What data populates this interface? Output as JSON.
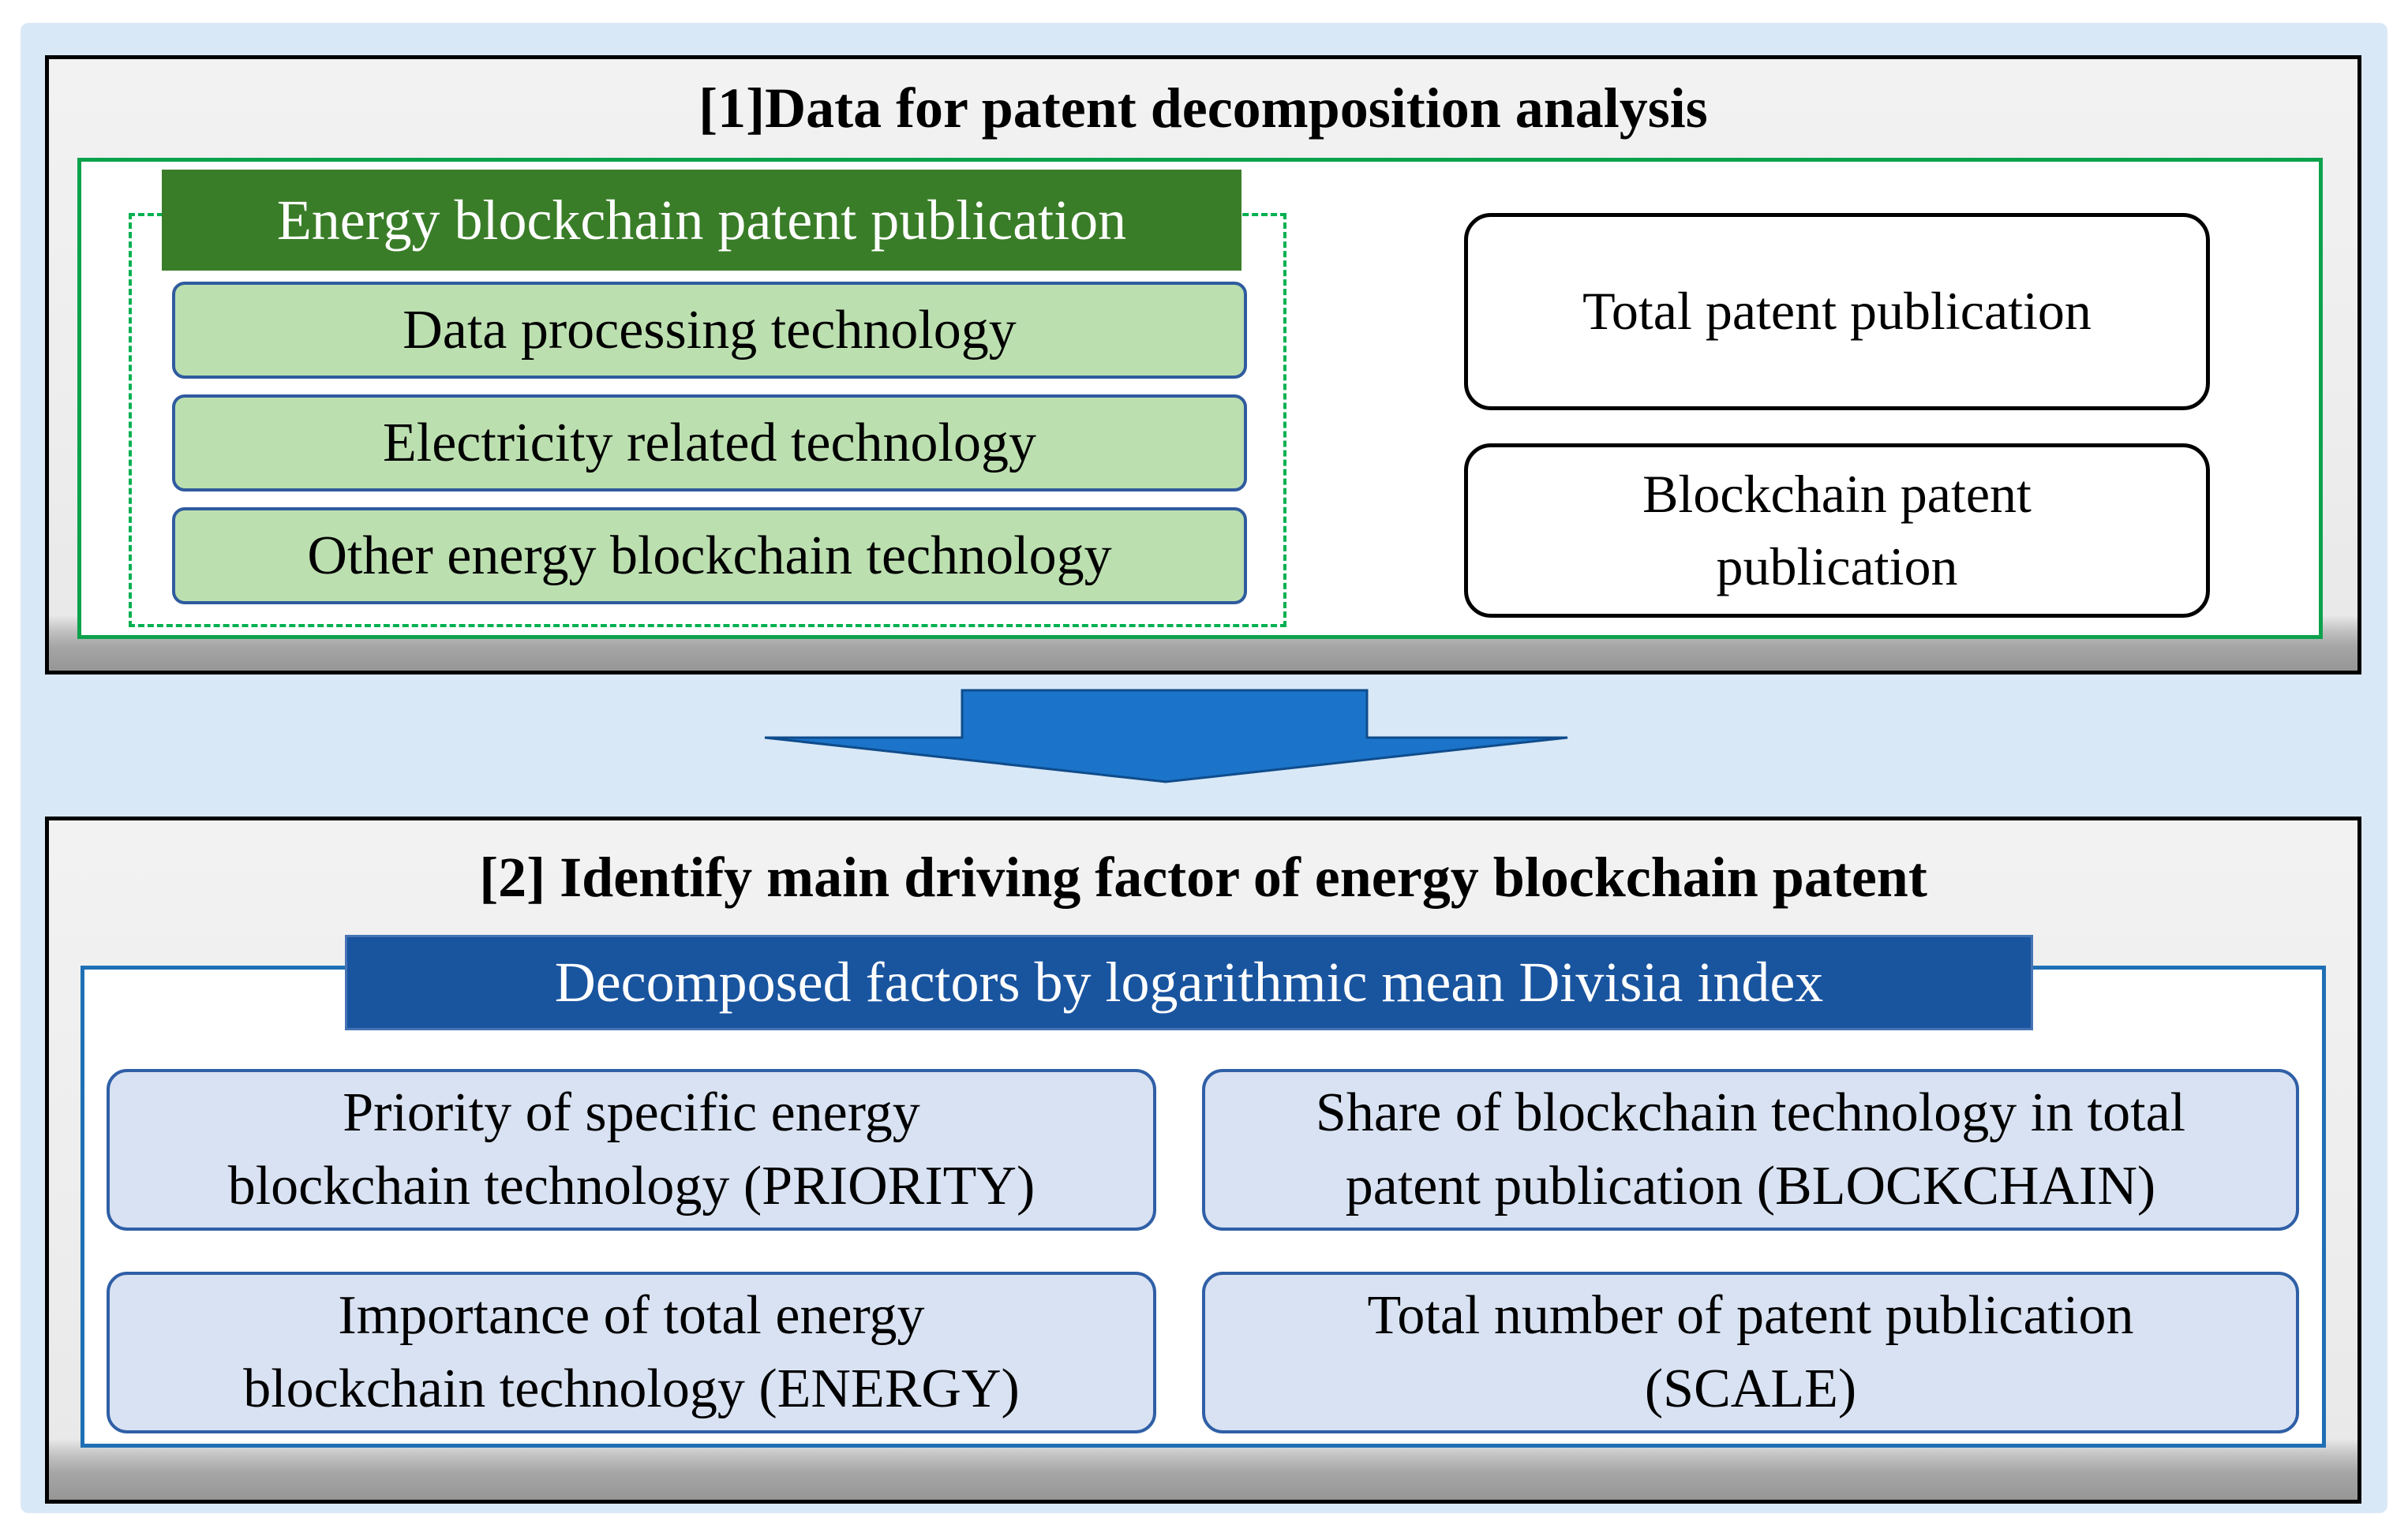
{
  "section1": {
    "title": "[1]Data for patent decomposition analysis",
    "energy_header": "Energy blockchain patent publication",
    "tech_boxes": [
      {
        "label": "Data processing technology"
      },
      {
        "label": "Electricity related technology"
      },
      {
        "label": "Other energy blockchain technology"
      }
    ],
    "side_boxes": [
      {
        "lines": [
          "Total patent publication"
        ]
      },
      {
        "lines": [
          "Blockchain patent",
          "publication"
        ]
      }
    ]
  },
  "connector": {
    "type": "down-block-arrow",
    "color": "#1b74c9"
  },
  "section2": {
    "title": "[2] Identify main driving factor of energy blockchain patent",
    "header": "Decomposed factors by logarithmic mean Divisia index",
    "factor_boxes": [
      {
        "lines": [
          "Priority of specific energy",
          "blockchain technology (PRIORITY)"
        ]
      },
      {
        "lines": [
          "Share of blockchain technology in total",
          "patent publication (BLOCKCHAIN)"
        ]
      },
      {
        "lines": [
          "Importance of total energy",
          "blockchain technology (ENERGY)"
        ]
      },
      {
        "lines": [
          "Total number of patent publication",
          "(SCALE)"
        ]
      }
    ]
  },
  "colors": {
    "page_bg": "#ffffff",
    "panel_bg": "#d9e8f6",
    "box_border": "#000000",
    "box_bg_top": "#f2f2f2",
    "box_bg_bottom": "#969696",
    "green_solid_border": "#0ca24c",
    "green_dashed_border": "#00b050",
    "green_dark_fill": "#3a7d28",
    "green_light_fill": "#bcdfb0",
    "tech_box_border": "#2f5b9e",
    "blue_dark_fill": "#19549f",
    "blue_light_fill": "#d9e2f2",
    "factor_box_border": "#2f5fa6",
    "inner_panel_border": "#1f6fb5",
    "arrow_fill": "#1b74c9",
    "arrow_edge": "#0f4c8c"
  }
}
